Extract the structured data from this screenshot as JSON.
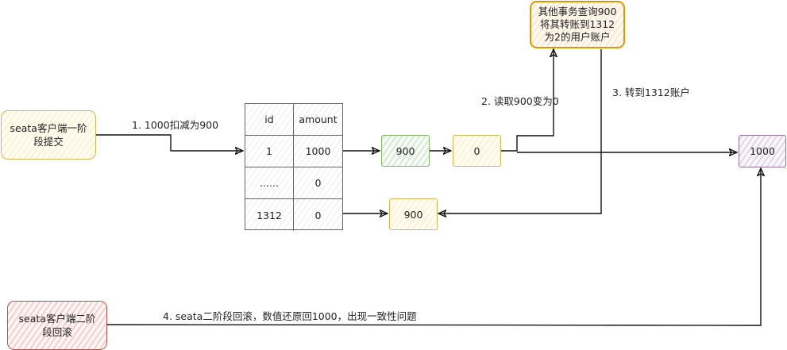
{
  "nodes": {
    "phase1_client": "seata客户端一阶\n段提交",
    "phase2_client": "seata客户端二阶\n段回滚",
    "other_tx": "其他事务查询900\n将其转账到1312\n为2的用户账户",
    "value_900_green": "900",
    "value_0": "0",
    "value_900_yellow": "900",
    "value_1000_purple": "1000"
  },
  "table": {
    "headers": [
      "id",
      "amount"
    ],
    "rows": [
      [
        "1",
        "1000"
      ],
      [
        "......",
        "0"
      ],
      [
        "1312",
        "0"
      ]
    ]
  },
  "edge_labels": {
    "step1": "1. 1000扣减为900",
    "step2": "2. 读取900变为0",
    "step3": "3. 转到1312账户",
    "step4": "4. seata二阶段回滚，数值还原回1000，出现一致性问题"
  },
  "colors": {
    "yellow_stroke": "#d6b656",
    "orange_stroke": "#d79b00",
    "green_stroke": "#82b366",
    "purple_stroke": "#9673a6",
    "red_stroke": "#b85450",
    "edge": "#000000"
  }
}
